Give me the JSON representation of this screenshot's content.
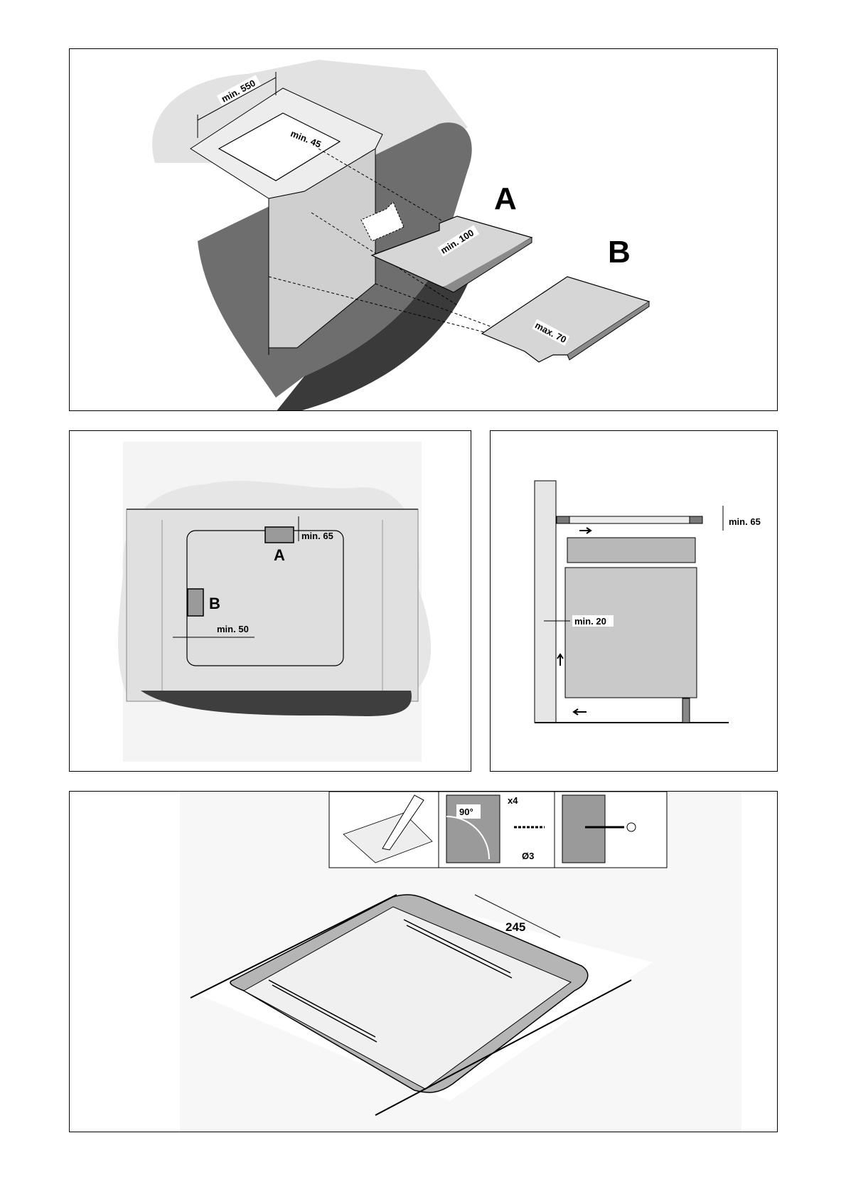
{
  "panel1": {
    "dim_min550": "min. 550",
    "dim_min45": "min. 45",
    "label_a": "A",
    "label_b": "B",
    "dim_min100": "min. 100",
    "dim_max70": "max. 70"
  },
  "panel2": {
    "dim_min65": "min. 65",
    "label_a": "A",
    "label_b": "B",
    "dim_min50": "min. 50"
  },
  "panel3": {
    "dim_min65": "min. 65",
    "dim_min20": "min. 20"
  },
  "panel4": {
    "step_angle": "90°",
    "step_count": "x4",
    "step_drill": "Ø3",
    "dim_245": "245"
  },
  "colors": {
    "dark_gray": "#5e5e5e",
    "mid_gray": "#9a9a9a",
    "light_gray": "#d6d6d6",
    "pale_gray": "#e8e8e8",
    "line": "#000000"
  }
}
